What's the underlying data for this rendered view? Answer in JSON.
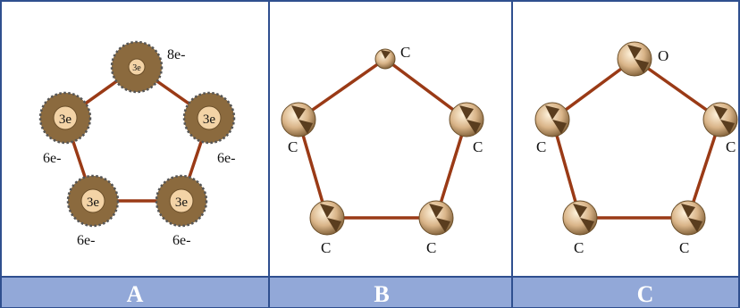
{
  "panels": [
    {
      "label": "A",
      "atoms": [
        {
          "core": "3e",
          "electrons": "8e-"
        },
        {
          "core": "3e",
          "electrons": "6e-"
        },
        {
          "core": "3e",
          "electrons": "6e-"
        },
        {
          "core": "3e",
          "electrons": "6e-"
        },
        {
          "core": "3e",
          "electrons": "6e-"
        }
      ]
    },
    {
      "label": "B",
      "atoms": [
        {
          "symbol": "C"
        },
        {
          "symbol": "C"
        },
        {
          "symbol": "C"
        },
        {
          "symbol": "C"
        },
        {
          "symbol": "C"
        }
      ]
    },
    {
      "label": "C",
      "atoms": [
        {
          "symbol": "O"
        },
        {
          "symbol": "C"
        },
        {
          "symbol": "C"
        },
        {
          "symbol": "C"
        },
        {
          "symbol": "C"
        }
      ]
    }
  ],
  "colors": {
    "frame": "#2f4f8f",
    "footer": "#92a8d8",
    "bond": "#9a3a16",
    "shell": "#8b6a3e",
    "core": "#f3d3a6"
  }
}
